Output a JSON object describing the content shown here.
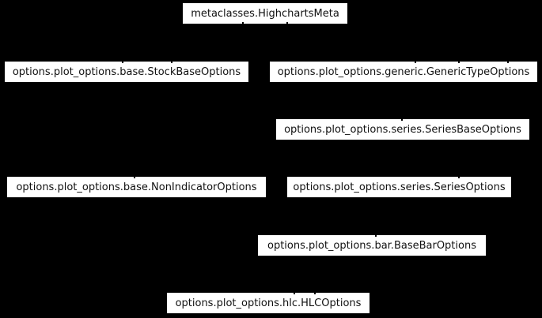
{
  "diagram": {
    "type": "inheritance-diagram",
    "background_color": "#000000",
    "node_fill_color": "#ffffff",
    "node_border_color": "#000000",
    "node_text_color": "#111111",
    "nodes": [
      {
        "id": "highcharts-meta",
        "label": "metaclasses.HighchartsMeta"
      },
      {
        "id": "stock-base-options",
        "label": "options.plot_options.base.StockBaseOptions"
      },
      {
        "id": "generic-type-options",
        "label": "options.plot_options.generic.GenericTypeOptions"
      },
      {
        "id": "series-base-options",
        "label": "options.plot_options.series.SeriesBaseOptions"
      },
      {
        "id": "non-indicator-options",
        "label": "options.plot_options.base.NonIndicatorOptions"
      },
      {
        "id": "series-options",
        "label": "options.plot_options.series.SeriesOptions"
      },
      {
        "id": "base-bar-options",
        "label": "options.plot_options.bar.BaseBarOptions"
      },
      {
        "id": "hlc-options",
        "label": "options.plot_options.hlc.HLCOptions"
      }
    ]
  }
}
